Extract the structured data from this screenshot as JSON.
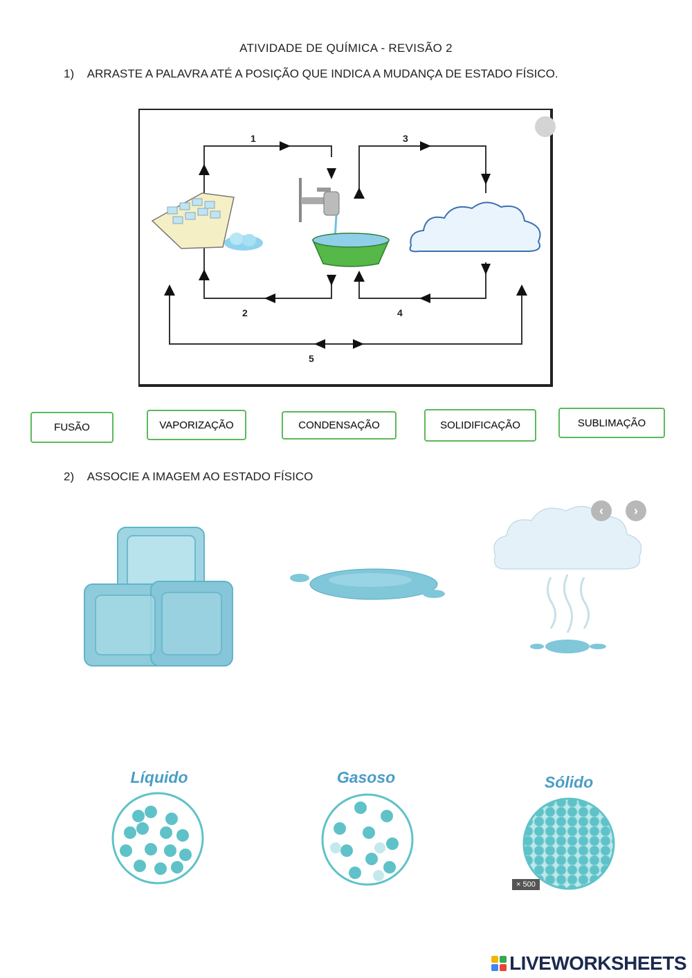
{
  "title": "ATIVIDADE  DE  QUÍMICA -  REVISÃO 2",
  "q1": {
    "number": "1)",
    "text": "ARRASTE A PALAVRA ATÉ A POSIÇÃO QUE INDICA A MUDANÇA DE ESTADO FÍSICO."
  },
  "diagram": {
    "labels": [
      "1",
      "2",
      "3",
      "4",
      "5"
    ]
  },
  "words": [
    "FUSÃO",
    "VAPORIZAÇÃO",
    "CONDENSAÇÃO",
    "SOLIDIFICAÇÃO",
    "SUBLIMAÇÃO"
  ],
  "q2": {
    "number": "2)",
    "text": "ASSOCIE A IMAGEM AO ESTADO FÍSICO"
  },
  "states": [
    "Líquido",
    "Gasoso",
    "Sólido"
  ],
  "badge": "× 500",
  "logo": "LIVEWORKSHEETS",
  "colors": {
    "accent_green": "#5cb85c",
    "water_blue": "#7fc7d9",
    "particle": "#5fc2c8",
    "label_blue": "#4a9dc7"
  }
}
